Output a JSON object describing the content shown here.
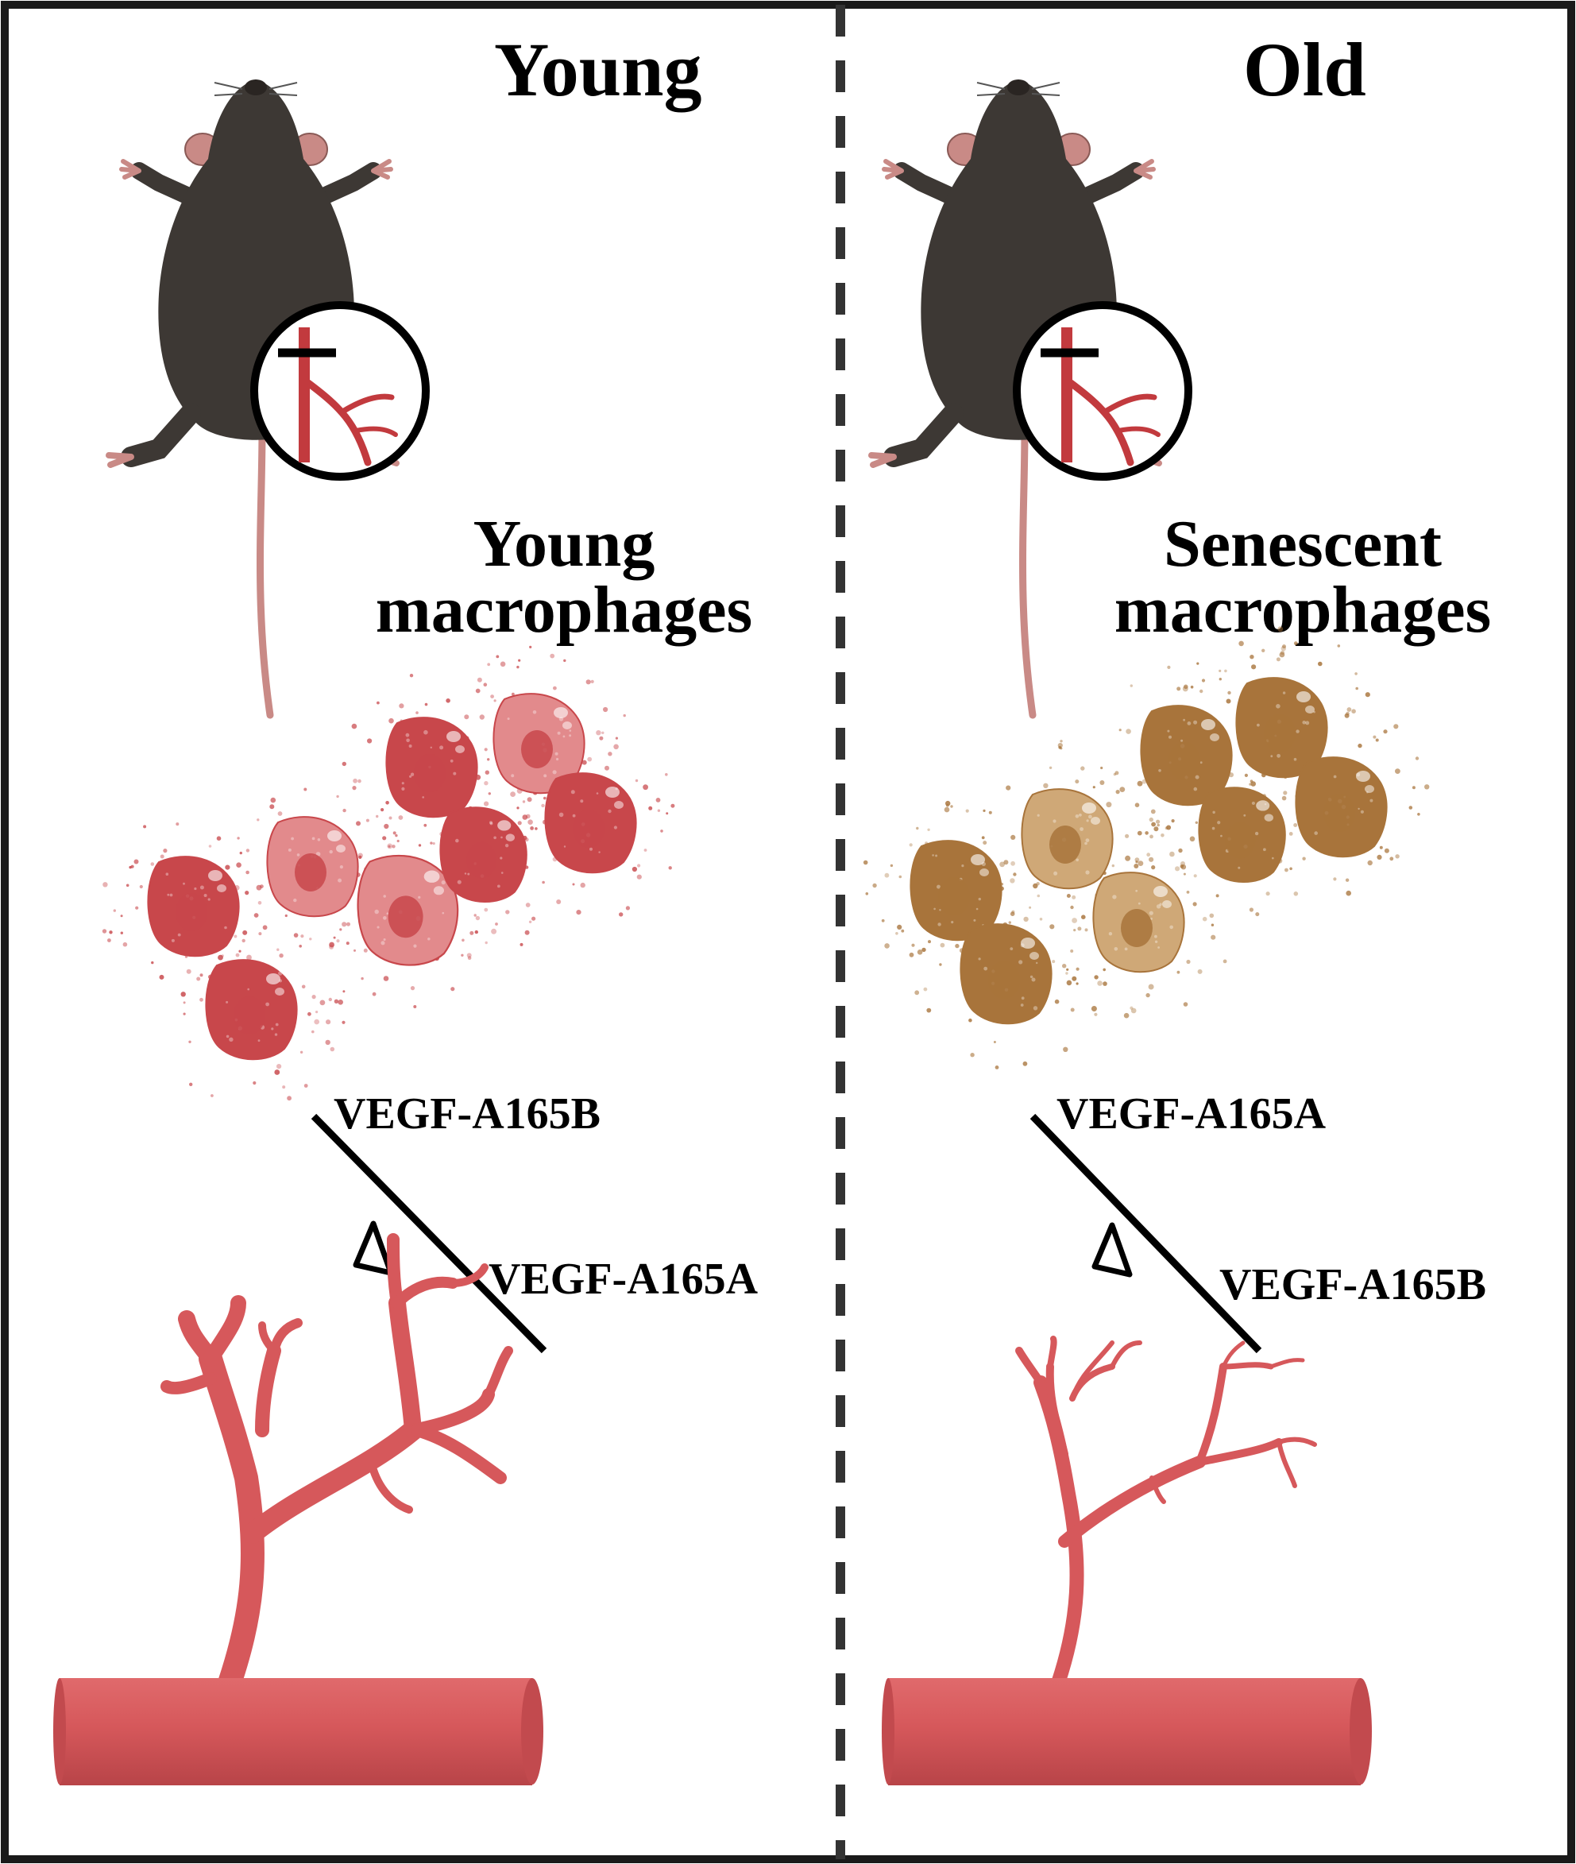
{
  "panels": {
    "young": {
      "title": "Young",
      "cell_label_line1": "Young",
      "cell_label_line2": "macrophages",
      "vegf_top": "VEGF-A165B",
      "vegf_bottom": "VEGF-A165A",
      "cell_color": "#c8474b",
      "cell_color_light": "#e28a8c"
    },
    "old": {
      "title": "Old",
      "cell_label_line1": "Senescent",
      "cell_label_line2": "macrophages",
      "vegf_top": "VEGF-A165A",
      "vegf_bottom": "VEGF-A165B",
      "cell_color": "#a8743b",
      "cell_color_light": "#cfa877"
    }
  },
  "colors": {
    "vessel": "#d6585b",
    "vessel_dark": "#b33f43",
    "mouse_body": "#3d3834",
    "mouse_ear": "#c98a86",
    "tail": "#c98a86",
    "border": "#1a1a1a"
  },
  "icons": {
    "mouse": "mouse-icon",
    "ligation": "femoral-ligation-icon",
    "seesaw": "seesaw-icon",
    "vessel": "blood-vessel-icon",
    "macrophage": "macrophage-cell-icon"
  }
}
